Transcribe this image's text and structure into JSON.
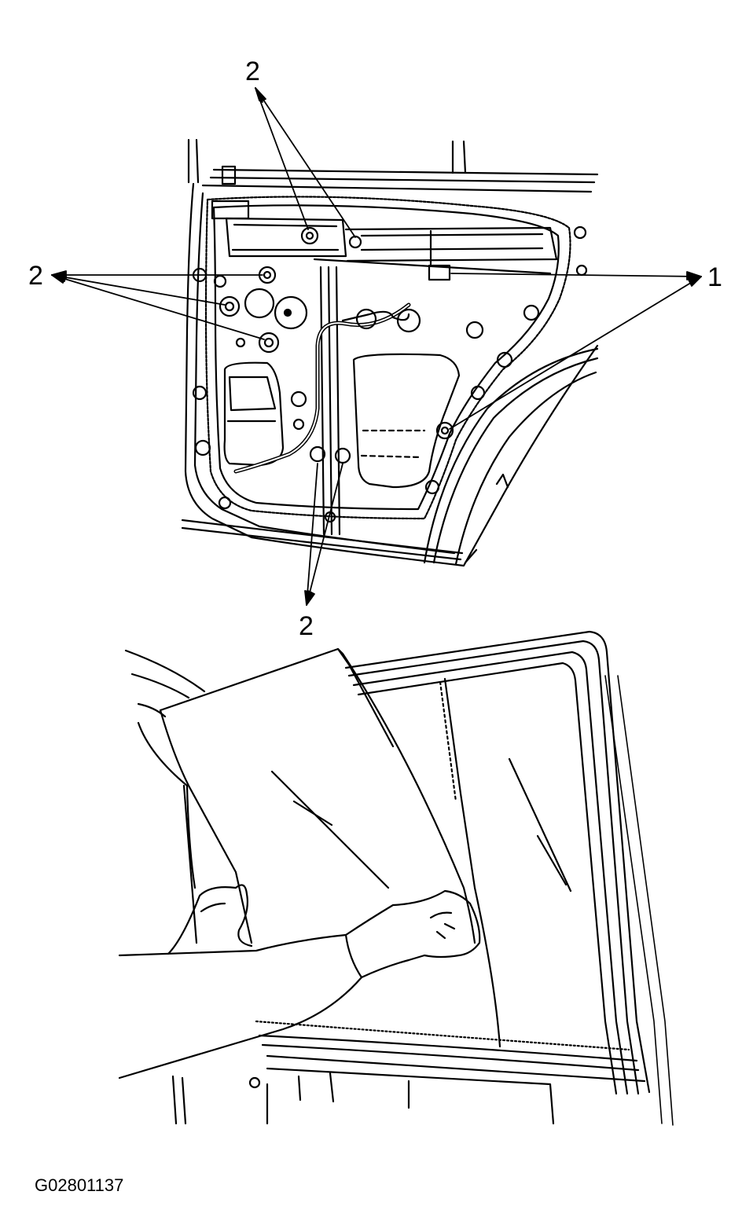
{
  "callouts": {
    "top": "2",
    "left": "2",
    "right": "1",
    "bottom": "2"
  },
  "figure_id": "G02801137"
}
